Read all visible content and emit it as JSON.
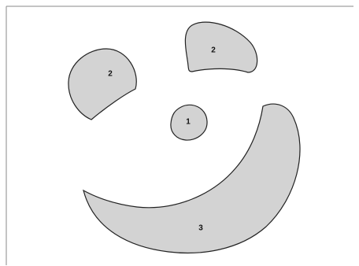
{
  "diagram": {
    "colors": {
      "shape_fill": "#d3d3d3",
      "shape_stroke": "#222222",
      "frame": "#8a8a8a",
      "background": "#ffffff"
    },
    "shapes": [
      {
        "id": "left-blob",
        "label": "2"
      },
      {
        "id": "top-right-blob",
        "label": "2"
      },
      {
        "id": "center-blob",
        "label": "1"
      },
      {
        "id": "crescent",
        "label": "3"
      }
    ]
  }
}
